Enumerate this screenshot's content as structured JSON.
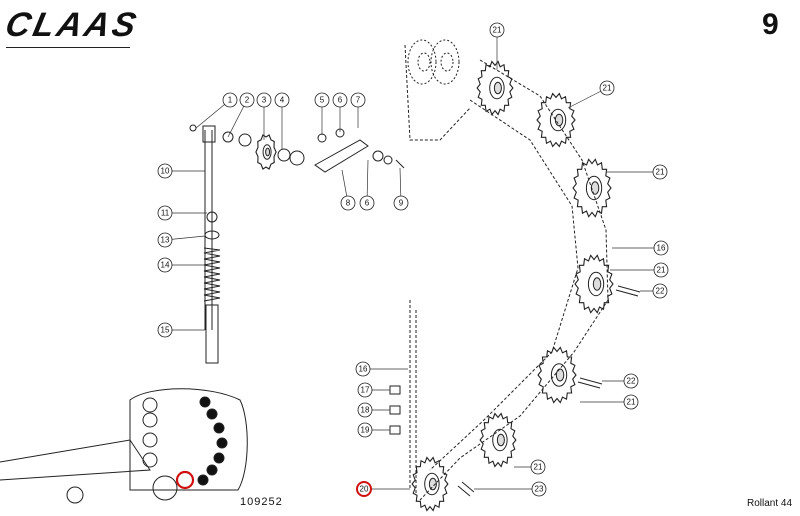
{
  "brand": "CLAAS",
  "page_number": "9",
  "drawing_number": "109252",
  "model": "Rollant 44",
  "callouts": [
    {
      "label": "1"
    },
    {
      "label": "2"
    },
    {
      "label": "3"
    },
    {
      "label": "4"
    },
    {
      "label": "5"
    },
    {
      "label": "6"
    },
    {
      "label": "7"
    },
    {
      "label": "8"
    },
    {
      "label": "6"
    },
    {
      "label": "9"
    },
    {
      "label": "10"
    },
    {
      "label": "11"
    },
    {
      "label": "13"
    },
    {
      "label": "14"
    },
    {
      "label": "15"
    },
    {
      "label": "16"
    },
    {
      "label": "17"
    },
    {
      "label": "18"
    },
    {
      "label": "19"
    },
    {
      "label": "20"
    },
    {
      "label": "21"
    },
    {
      "label": "21"
    },
    {
      "label": "21"
    },
    {
      "label": "16"
    },
    {
      "label": "21"
    },
    {
      "label": "22"
    },
    {
      "label": "22"
    },
    {
      "label": "21"
    },
    {
      "label": "21"
    },
    {
      "label": "23"
    }
  ],
  "highlight_color": "#d01010"
}
